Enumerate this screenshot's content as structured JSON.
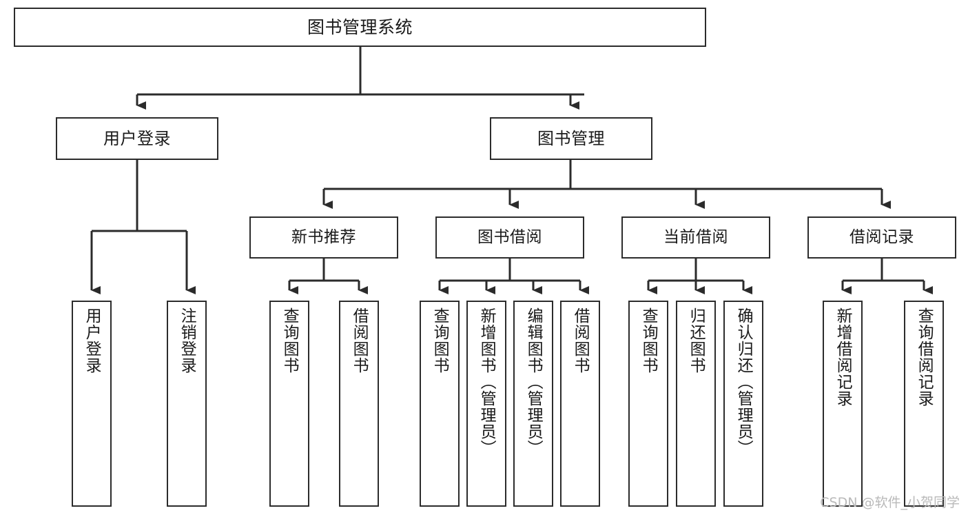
{
  "diagram": {
    "title_node": {
      "id": "root",
      "label": "图书管理系统"
    },
    "level1": [
      {
        "id": "user-login",
        "label": "用户登录"
      },
      {
        "id": "book-management",
        "label": "图书管理"
      }
    ],
    "level2": [
      {
        "id": "new-book-recommend",
        "label": "新书推荐"
      },
      {
        "id": "book-borrow",
        "label": "图书借阅"
      },
      {
        "id": "current-borrow",
        "label": "当前借阅"
      },
      {
        "id": "borrow-record",
        "label": "借阅记录"
      }
    ],
    "leaves": {
      "user-login": [
        {
          "id": "leaf-user-login",
          "label": "用户登录"
        },
        {
          "id": "leaf-logout-login",
          "label": "注销登录"
        }
      ],
      "new-book-recommend": [
        {
          "id": "leaf-query-book-1",
          "label": "查询图书"
        },
        {
          "id": "leaf-borrow-book-1",
          "label": "借阅图书"
        }
      ],
      "book-borrow": [
        {
          "id": "leaf-query-book-2",
          "label": "查询图书"
        },
        {
          "id": "leaf-add-book",
          "label": "新增图书（管理员）"
        },
        {
          "id": "leaf-edit-book",
          "label": "编辑图书（管理员）"
        },
        {
          "id": "leaf-borrow-book-2",
          "label": "借阅图书"
        }
      ],
      "current-borrow": [
        {
          "id": "leaf-query-book-3",
          "label": "查询图书"
        },
        {
          "id": "leaf-return-book",
          "label": "归还图书"
        },
        {
          "id": "leaf-confirm-return",
          "label": "确认归还（管理员）"
        }
      ],
      "borrow-record": [
        {
          "id": "leaf-add-record",
          "label": "新增借阅记录"
        },
        {
          "id": "leaf-query-record",
          "label": "查询借阅记录"
        }
      ]
    },
    "colors": {
      "box_border": "#2b2b2b",
      "box_fill": "#ffffff",
      "connector": "#2b2b2b",
      "text": "#1a1a1a",
      "watermark": "#b9b9b9",
      "background": "#ffffff"
    }
  },
  "watermark": {
    "text": "CSDN @软件_小贺同学"
  }
}
